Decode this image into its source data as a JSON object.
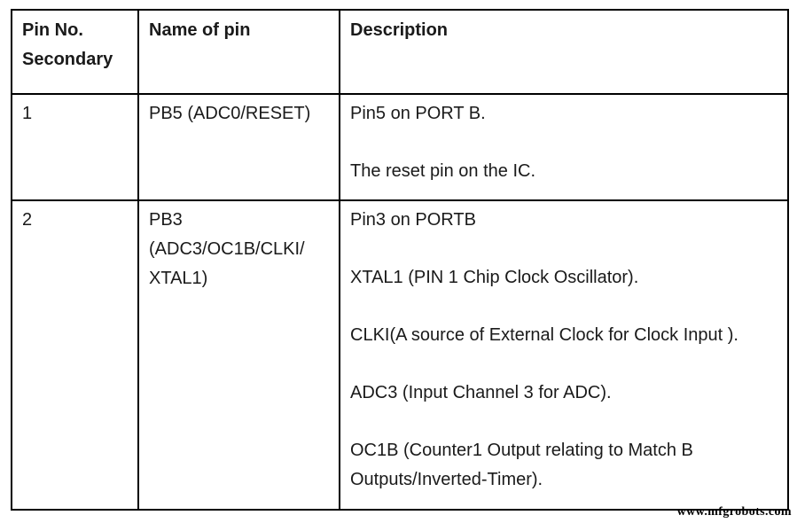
{
  "colors": {
    "border": "#000000",
    "text": "#1a1a1a",
    "background": "#ffffff"
  },
  "watermark": {
    "text": "www.mfgrobots.com"
  },
  "table": {
    "headers": {
      "pin_no_lines": [
        "Pin No.",
        "Secondary"
      ],
      "name": "Name of pin",
      "description": "Description"
    },
    "rows": [
      {
        "pin_no": "1",
        "name_lines": [
          "PB5 (ADC0/RESET)"
        ],
        "description_paragraphs": [
          "Pin5 on PORT B.",
          "The reset pin on the IC."
        ]
      },
      {
        "pin_no": "2",
        "name_lines": [
          "PB3",
          "(ADC3/OC1B/CLKI/",
          "XTAL1)"
        ],
        "description_paragraphs": [
          "Pin3 on PORTB",
          "XTAL1 (PIN 1 Chip Clock Oscillator).",
          "CLKI(A source of External Clock for Clock Input ).",
          "ADC3 (Input Channel 3 for ADC).",
          "OC1B (Counter1 Output relating to Match B Outputs/Inverted-Timer)."
        ]
      }
    ]
  }
}
